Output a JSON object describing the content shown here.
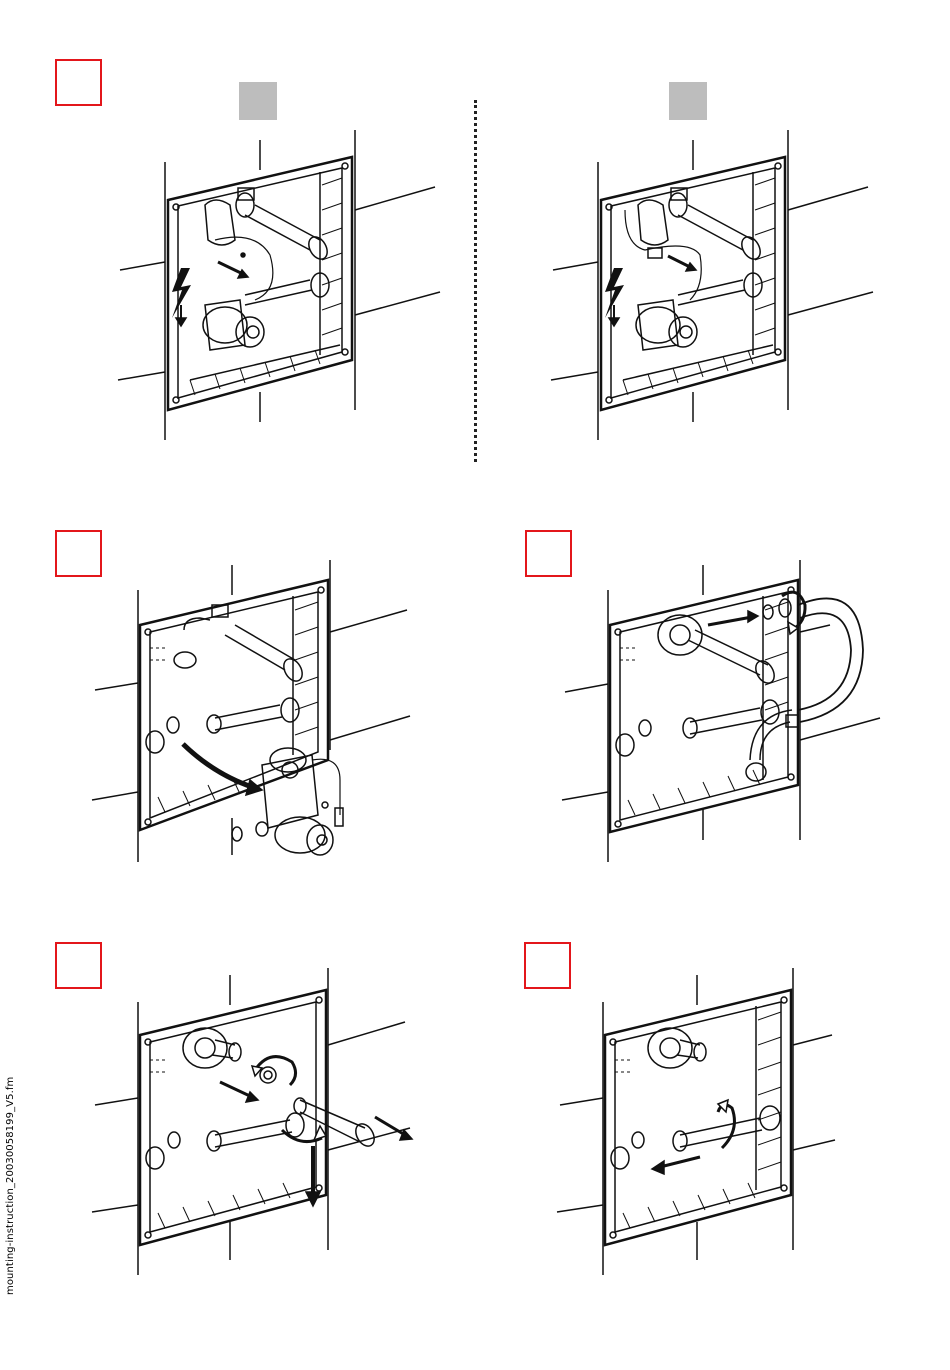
{
  "document": {
    "footer_filename": "mounting-instruction_20030058199_V5.fm"
  },
  "panels": [
    {
      "id": "panel-1a",
      "step_box": true,
      "gray_box": true,
      "icon": "lightning-icon"
    },
    {
      "id": "panel-1b",
      "gray_box": true,
      "icon": "lightning-icon"
    },
    {
      "id": "panel-2",
      "step_box": true
    },
    {
      "id": "panel-3",
      "step_box": true
    },
    {
      "id": "panel-4",
      "step_box": true
    },
    {
      "id": "panel-5",
      "step_box": true
    }
  ],
  "colors": {
    "step_box_border": "#e3161b",
    "gray_box": "#bdbdbd",
    "line": "#111111"
  }
}
